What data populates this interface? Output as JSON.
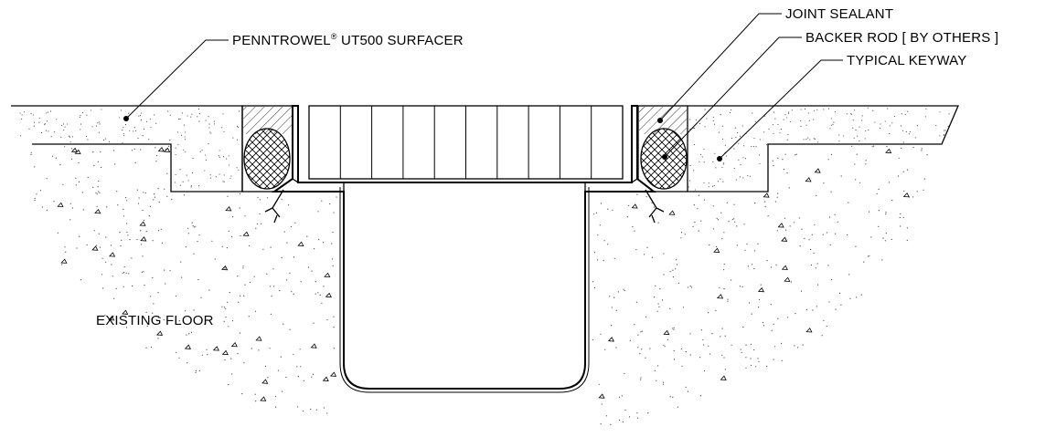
{
  "labels": {
    "surfacer_main": "PENNTROWEL",
    "surfacer_reg": "®",
    "surfacer_rest": " UT500 SURFACER",
    "joint_sealant": "JOINT SEALANT",
    "backer_rod": "BACKER ROD [ BY OTHERS ]",
    "typical_keyway": "TYPICAL KEYWAY",
    "existing_floor": "EXISTING FLOOR"
  }
}
